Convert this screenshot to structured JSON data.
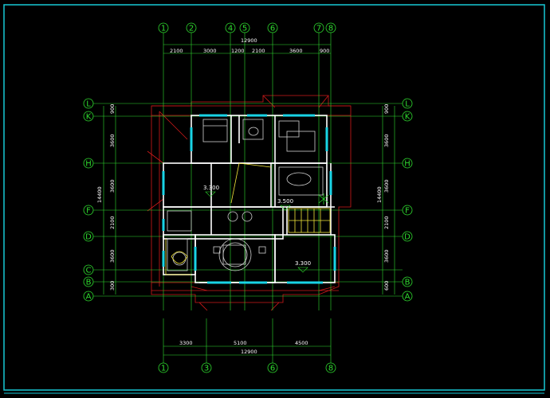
{
  "plan": {
    "axes_top": [
      "1",
      "2",
      "4",
      "5",
      "6",
      "7",
      "8"
    ],
    "axes_bottom": [
      "1",
      "3",
      "6",
      "8"
    ],
    "axes_rows": [
      "L",
      "K",
      "H",
      "F",
      "D",
      "C",
      "B",
      "A"
    ],
    "top_total": "12900",
    "top_segments": [
      "2100",
      "3000",
      "1200",
      "2100",
      "3600",
      "900"
    ],
    "bottom_total": "12900",
    "bottom_segments": [
      "3300",
      "5100",
      "4500"
    ],
    "left_total": "14400",
    "left_segments": [
      "900",
      "3600",
      "3600",
      "2100",
      "3600",
      "300"
    ],
    "right_total": "14400",
    "right_segments": [
      "900",
      "3600",
      "3600",
      "2100",
      "3600",
      "600"
    ],
    "levels": [
      "3.300",
      "3.500",
      "3.300"
    ]
  },
  "colors": {
    "axis": "#2fdc2f",
    "wall": "#ffffff",
    "window": "#19d4e6",
    "roof": "#d11a1a",
    "frame": "#17c9d6",
    "stair": "#f2e63a"
  }
}
